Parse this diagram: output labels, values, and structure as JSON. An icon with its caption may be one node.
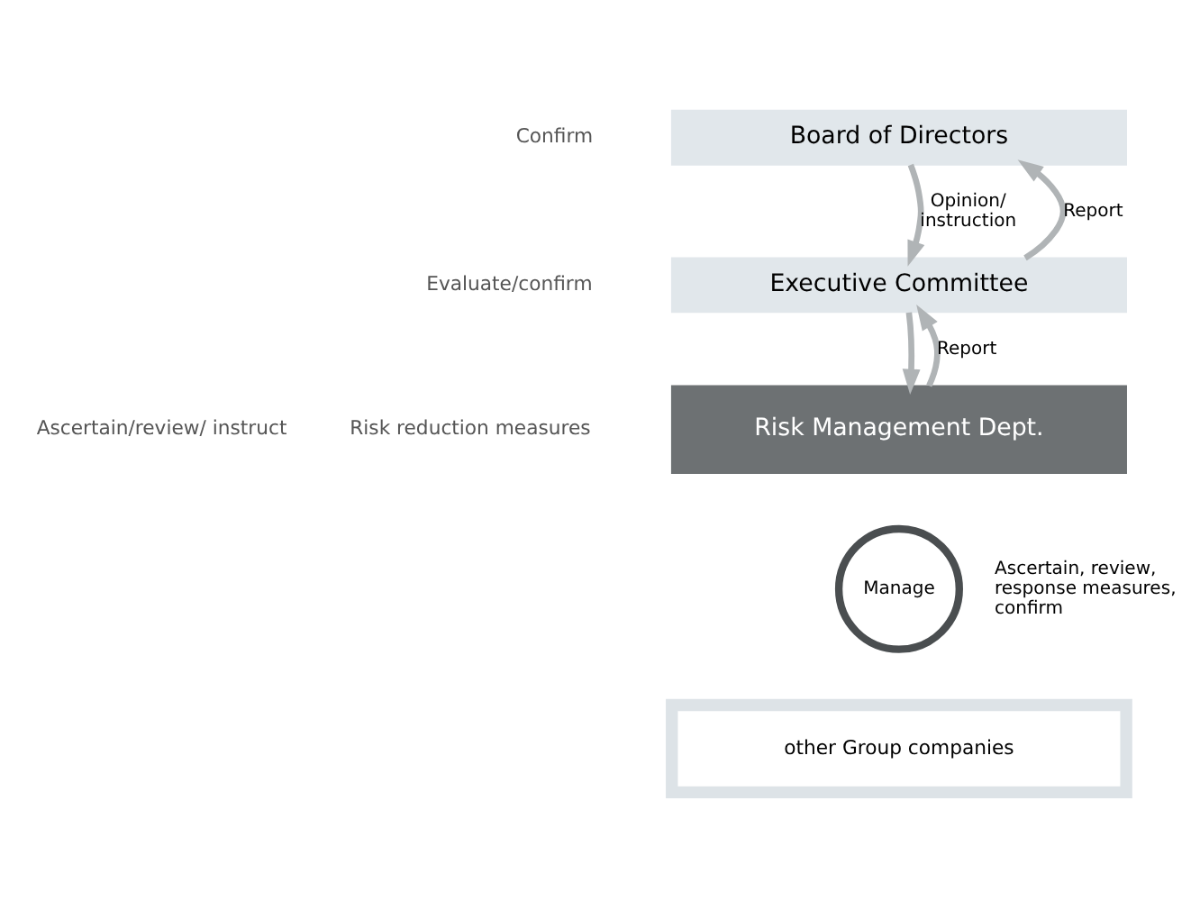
{
  "diagram": {
    "nodes": [
      {
        "text": [
          "Board of Directors"
        ]
      },
      {
        "text": [
          "Executive Committee"
        ]
      },
      {
        "text": [
          "Risk Management Dept."
        ]
      },
      {
        "text": [
          "Manage"
        ],
        "beside": [
          "Ascertain, review, response measures, confirm"
        ]
      },
      {
        "text": [
          "other Group companies"
        ]
      }
    ],
    "edges": [
      {
        "from": 1,
        "to": 0,
        "arrow": "to",
        "label": "Report"
      },
      {
        "from": 0,
        "to": 1,
        "arrow": "to",
        "label": "Opinion/ instruction"
      },
      {
        "from": 2,
        "to": 1,
        "arrow": "to",
        "label": "Report"
      },
      {
        "from": 1,
        "to": 2,
        "arrow": "to"
      }
    ],
    "labels": [
      "Confirm",
      "Evaluate/confirm",
      "Ascertain/review/ instruct",
      "Risk reduction measures"
    ]
  }
}
